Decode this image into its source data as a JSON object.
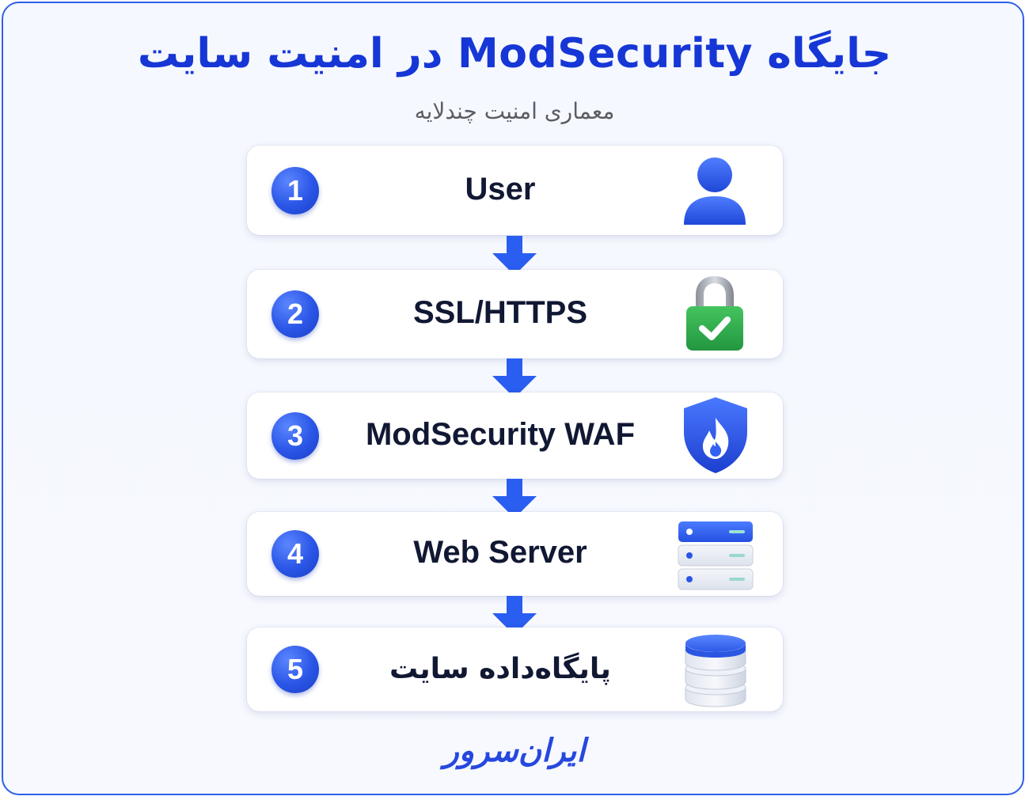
{
  "header": {
    "title": "جایگاه ModSecurity در امنیت سایت",
    "subtitle": "معماری امنیت چندلایه"
  },
  "steps": [
    {
      "number": "1",
      "label": "User",
      "icon": "user-icon"
    },
    {
      "number": "2",
      "label": "SSL/HTTPS",
      "icon": "lock-icon"
    },
    {
      "number": "3",
      "label": "ModSecurity WAF",
      "icon": "shield-icon"
    },
    {
      "number": "4",
      "label": "Web Server",
      "icon": "server-icon"
    },
    {
      "number": "5",
      "label": "پایگاه‌داده سایت",
      "icon": "database-icon"
    }
  ],
  "brand": {
    "logo_text": "ایران‌سرور"
  },
  "colors": {
    "accent": "#1637d6",
    "badge": "#2a55e6",
    "lock_green": "#2eaa4a",
    "text": "#111833"
  }
}
